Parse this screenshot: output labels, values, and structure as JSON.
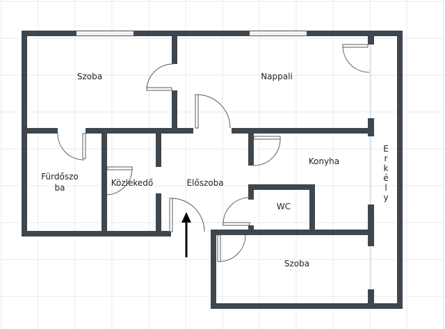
{
  "rooms": {
    "szoba_top": "Szoba",
    "nappali": "Nappali",
    "furdo_line1": "Fürdőszo",
    "furdo_line2": "ba",
    "kozlekedo": "Közlekedő",
    "eloszoba": "Előszoba",
    "konyha": "Konyha",
    "wc": "WC",
    "szoba_bottom": "Szoba",
    "erkely": [
      "E",
      "r",
      "k",
      "é",
      "l",
      "y"
    ]
  },
  "colors": {
    "wall": "#3e464e",
    "background": "#ffffff",
    "grid": "#e6e9ec"
  }
}
